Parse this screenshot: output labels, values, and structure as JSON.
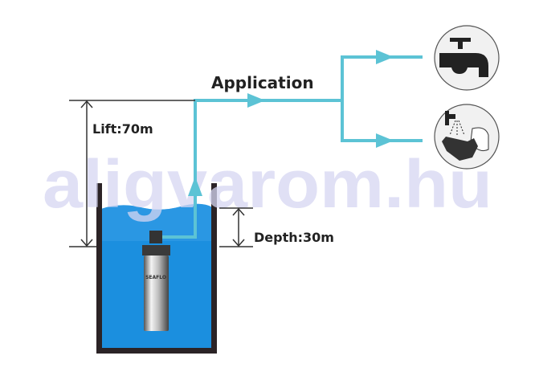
{
  "labels": {
    "application": "Application",
    "lift": "Lift:70m",
    "depth": "Depth:30m",
    "pump_brand": "SEAFLO"
  },
  "watermark": "aligvarom.hu",
  "icons": [
    "water-tap-icon",
    "hand-washing-icon"
  ],
  "colors": {
    "water": "#1b8fdf",
    "pipe": "#5cc3d5",
    "tank": "#2b2326",
    "watermark": "#d6d6f2"
  }
}
